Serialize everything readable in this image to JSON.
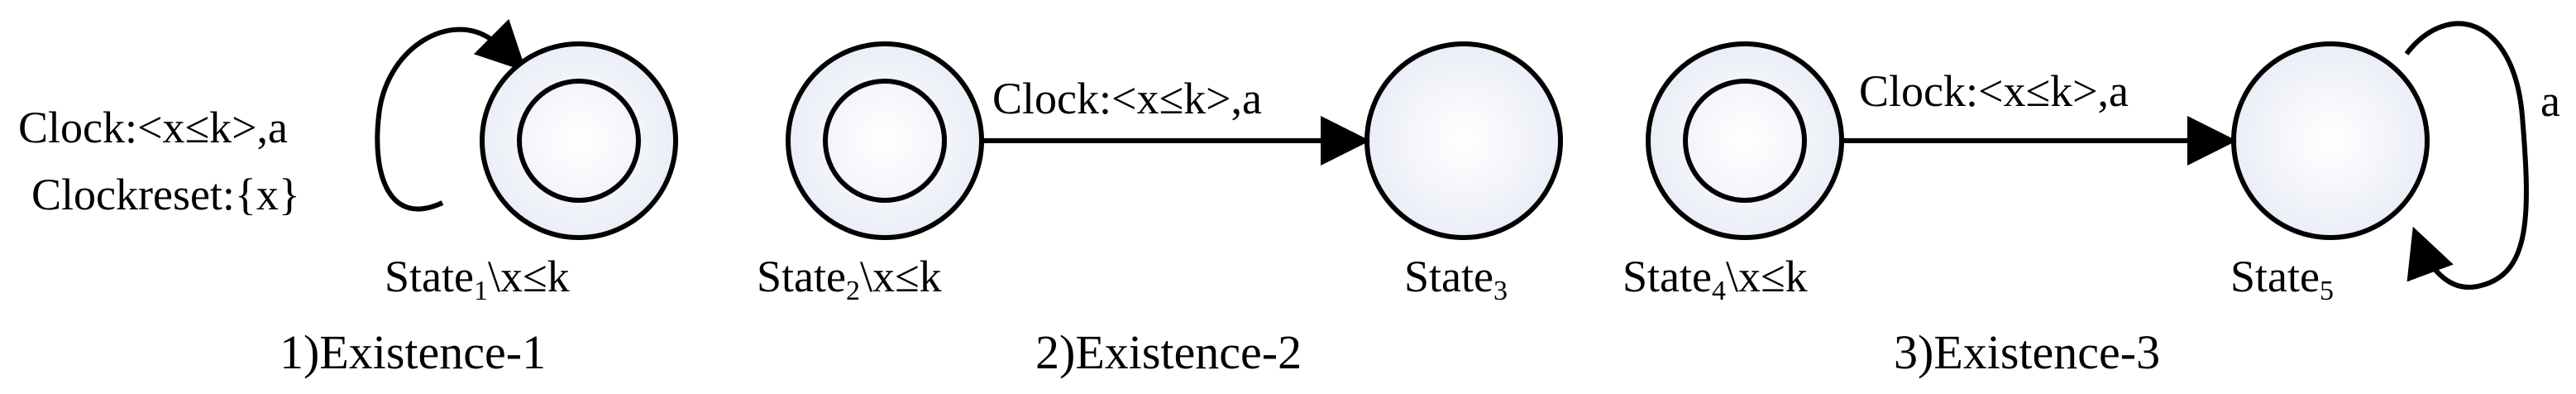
{
  "panels": [
    {
      "caption": "1)Existence-1",
      "state": {
        "base": "State",
        "sub": "1",
        "rest": "\\x≤k"
      },
      "edge_label_line1": "Clock:<x≤k>,a",
      "edge_label_line2": "Clockreset:{x}"
    },
    {
      "caption": "2)Existence-2",
      "state_a": {
        "base": "State",
        "sub": "2",
        "rest": "\\x≤k"
      },
      "state_b": {
        "base": "State",
        "sub": "3"
      },
      "edge_label": "Clock:<x≤k>,a"
    },
    {
      "caption": "3)Existence-3",
      "state_a": {
        "base": "State",
        "sub": "4",
        "rest": "\\x≤k"
      },
      "state_b": {
        "base": "State",
        "sub": "5"
      },
      "edge_label": "Clock:<x≤k>,a",
      "loop_label": "a"
    }
  ]
}
